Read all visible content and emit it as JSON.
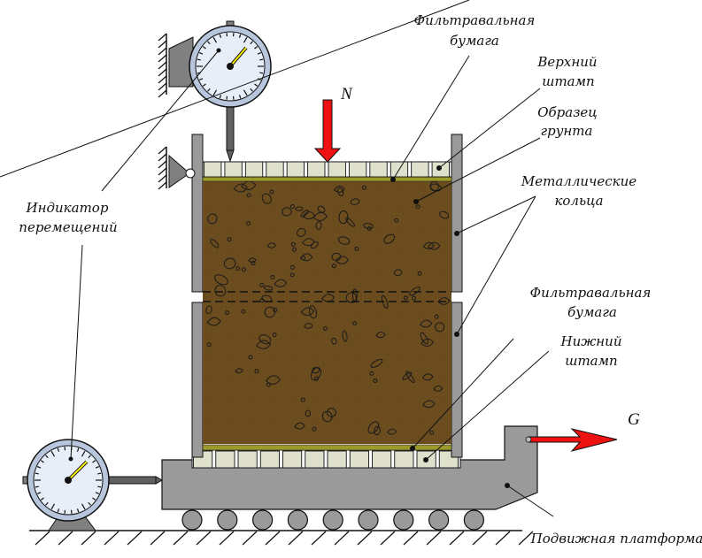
{
  "diagram": {
    "title": "Схема прибора одноплоскостного среза",
    "forces": {
      "vertical_load": "N",
      "shear_force": "G"
    },
    "labels": {
      "filter_paper_top": [
        "Фильтравальная",
        "бумага"
      ],
      "upper_stamp": [
        "Верхний",
        "штамп"
      ],
      "soil_sample": [
        "Образец",
        "грунта"
      ],
      "metal_rings": [
        "Металлические",
        "кольца"
      ],
      "filter_paper_bottom": [
        "Фильтравальная",
        "бумага"
      ],
      "lower_stamp": [
        "Нижний",
        "штамп"
      ],
      "displacement_indicator": [
        "Индикатор",
        "перемещений"
      ],
      "moving_platform": "Подвижная платформа"
    },
    "colors": {
      "soil": "#6b4c1e",
      "filter_paper": "#9b9a2a",
      "stamp": "#dfe1cc",
      "metal": "#9a9a9a",
      "force_arrow": "#ee1111",
      "dial_face": "#e8eef8",
      "dial_rim": "#b7c6dd",
      "needle": "#f2f200"
    }
  }
}
